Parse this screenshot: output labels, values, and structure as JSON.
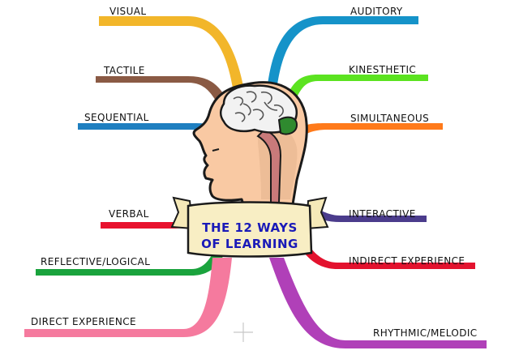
{
  "diagram": {
    "title_line1": "THE 12 WAYS",
    "title_line2": "OF LEARNING",
    "ways": [
      {
        "label": "VISUAL",
        "color": "#f2b62a"
      },
      {
        "label": "TACTILE",
        "color": "#8a5a44"
      },
      {
        "label": "SEQUENTIAL",
        "color": "#1f7fc0"
      },
      {
        "label": "VERBAL",
        "color": "#e8122e"
      },
      {
        "label": "REFLECTIVE/LOGICAL",
        "color": "#1aa33d"
      },
      {
        "label": "DIRECT EXPERIENCE",
        "color": "#f57a9e"
      },
      {
        "label": "AUDITORY",
        "color": "#1593c9"
      },
      {
        "label": "KINESTHETIC",
        "color": "#5be320"
      },
      {
        "label": "SIMULTANEOUS",
        "color": "#ff7a1a"
      },
      {
        "label": "INTERACTIVE",
        "color": "#4b3c8c"
      },
      {
        "label": "INDIRECT EXPERIENCE",
        "color": "#e3122e"
      },
      {
        "label": "RHYTHMIC/MELODIC",
        "color": "#b040b8"
      }
    ]
  }
}
